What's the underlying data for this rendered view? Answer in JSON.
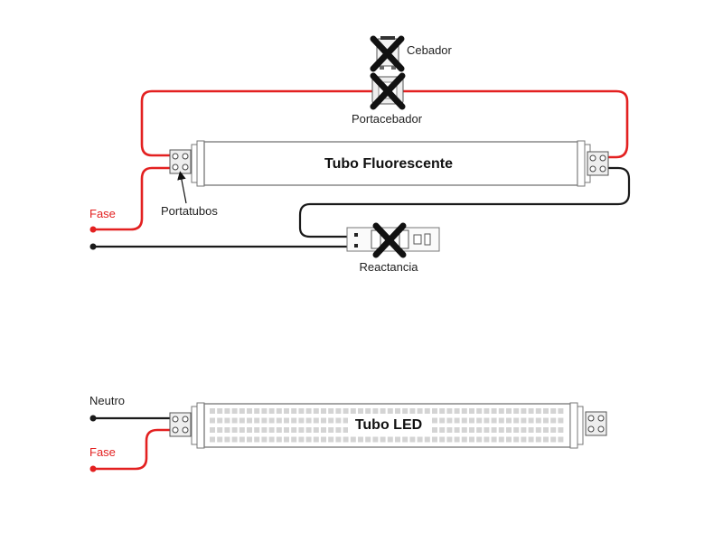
{
  "colors": {
    "phase_wire": "#e32020",
    "neutral_wire": "#1a1a1a",
    "tube_outline": "#777777",
    "cross": "#111111",
    "led_dots": "#d4d4d4"
  },
  "fluorescent": {
    "tube_label": "Tubo Fluorescente",
    "starter_label": "Cebador",
    "starter_holder_label": "Portacebador",
    "lampholder_label": "Portatubos",
    "ballast_label": "Reactancia",
    "phase_label": "Fase",
    "removed_components": [
      "Cebador",
      "Portacebador",
      "Reactancia"
    ]
  },
  "led": {
    "tube_label": "Tubo LED",
    "neutral_label": "Neutro",
    "phase_label": "Fase"
  }
}
